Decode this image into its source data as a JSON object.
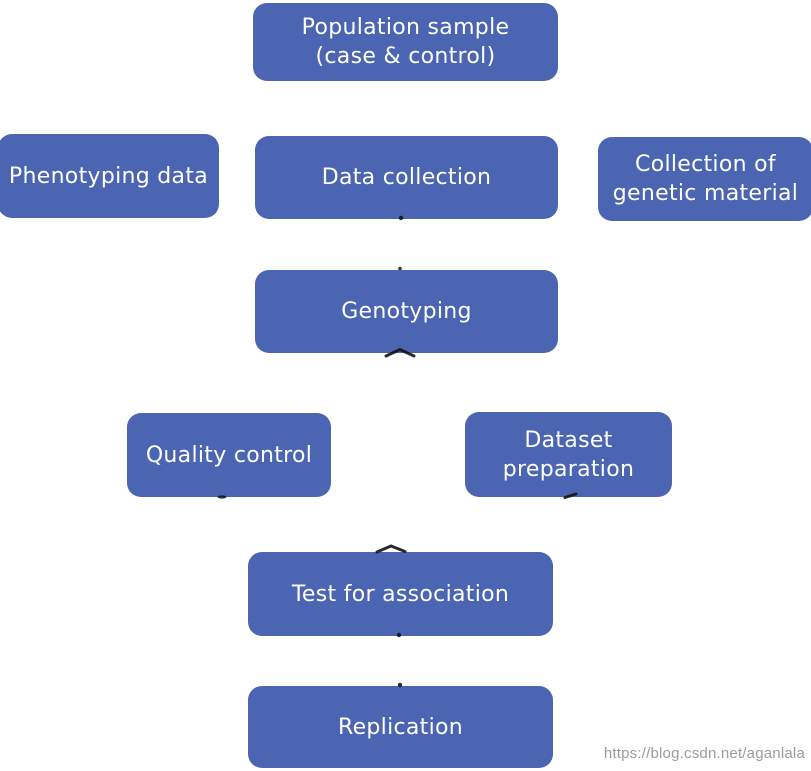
{
  "colors": {
    "background": "#ffffff",
    "node_bg": "#4b65b2",
    "node_text": "#ffffff",
    "connector": "#141414",
    "watermark_text": "#9c9c9c"
  },
  "nodes": [
    {
      "id": "population-sample",
      "label": "Population sample\n(case & control)"
    },
    {
      "id": "phenotyping-data",
      "label": "Phenotyping data"
    },
    {
      "id": "data-collection",
      "label": "Data collection"
    },
    {
      "id": "collection-of-genetic-material",
      "label": "Collection of\ngenetic material"
    },
    {
      "id": "genotyping",
      "label": "Genotyping"
    },
    {
      "id": "quality-control",
      "label": "Quality control"
    },
    {
      "id": "dataset-preparation",
      "label": "Dataset\npreparation"
    },
    {
      "id": "test-for-association",
      "label": "Test for association"
    },
    {
      "id": "replication",
      "label": "Replication"
    }
  ],
  "watermark": "https://blog.csdn.net/aganlala"
}
